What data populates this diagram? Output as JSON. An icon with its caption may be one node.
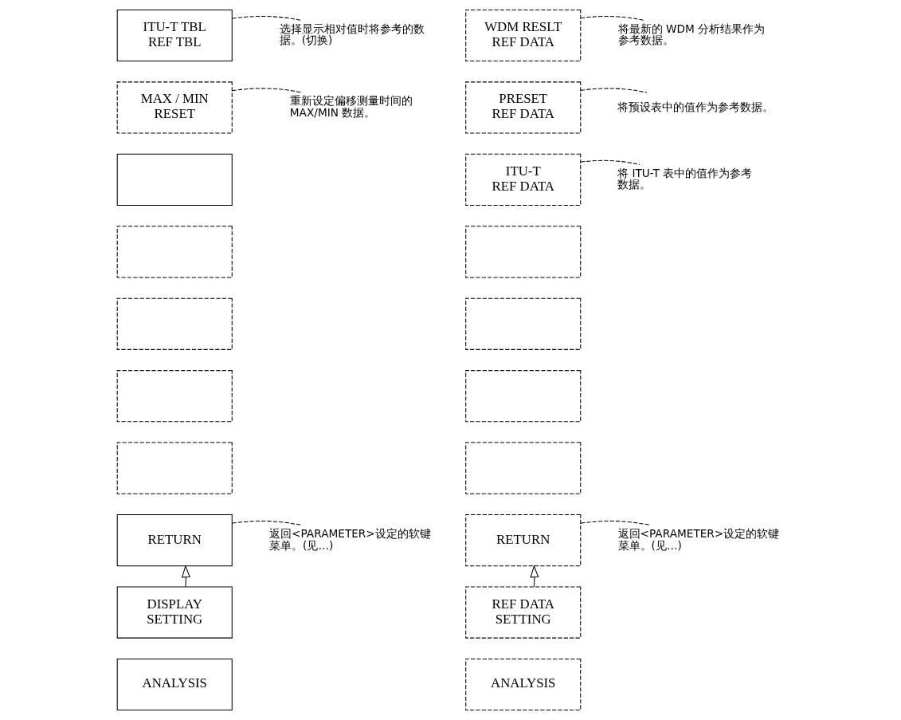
{
  "diagram": {
    "nodes": [
      {
        "text": [
          "ITU-T TBL REF TBL"
        ]
      },
      {
        "text": [
          "选择显示相对值时将参考的数据。(切换)"
        ]
      },
      {
        "text": [
          "MAX / MIN RESET"
        ]
      },
      {
        "text": [
          "重新设定偏移测量时间的MAX/MIN 数据。"
        ]
      },
      {
        "text": [],
        "shape": "box"
      },
      {
        "text": [],
        "shape": "box"
      },
      {
        "text": [],
        "shape": "box"
      },
      {
        "text": [],
        "shape": "box"
      },
      {
        "text": [],
        "shape": "box"
      },
      {
        "text": [
          "RETURN"
        ]
      },
      {
        "text": [
          "返回<PARAMETER>设定的软键菜单。(见…)"
        ]
      },
      {
        "text": [
          "DISPLAY SETTING"
        ]
      },
      {
        "text": [
          "ANALYSIS"
        ]
      },
      {
        "text": [
          "WDM RESLT REF DATA"
        ]
      },
      {
        "text": [
          "将最新的 WDM 分析结果作为参考数据。"
        ]
      },
      {
        "text": [
          "PRESET REF DATA"
        ]
      },
      {
        "text": [
          "将预设表中的值作为参考数据。"
        ]
      },
      {
        "text": [
          "ITU-T REF DATA"
        ]
      },
      {
        "text": [
          "将 ITU-T 表中的值作为参考数据。"
        ]
      },
      {
        "text": [],
        "shape": "box"
      },
      {
        "text": [],
        "shape": "box"
      },
      {
        "text": [],
        "shape": "box"
      },
      {
        "text": [],
        "shape": "box"
      },
      {
        "text": [
          "RETURN"
        ]
      },
      {
        "text": [
          "返回<PARAMETER>设定的软键菜单。(见…)"
        ]
      },
      {
        "text": [
          "REF DATA SETTING"
        ]
      },
      {
        "text": [
          "ANALYSIS"
        ]
      }
    ],
    "edges": [
      {
        "from": 0,
        "to": 1,
        "arrow": "none",
        "style": "dashed"
      },
      {
        "from": 2,
        "to": 3,
        "arrow": "none",
        "style": "dashed"
      },
      {
        "from": 9,
        "to": 10,
        "arrow": "none",
        "style": "dashed"
      },
      {
        "from": 11,
        "to": 9,
        "arrow": "to"
      },
      {
        "from": 13,
        "to": 14,
        "arrow": "none",
        "style": "dashed"
      },
      {
        "from": 15,
        "to": 16,
        "arrow": "none",
        "style": "dashed"
      },
      {
        "from": 17,
        "to": 18,
        "arrow": "none",
        "style": "dashed"
      },
      {
        "from": 23,
        "to": 24,
        "arrow": "none",
        "style": "dashed"
      },
      {
        "from": 25,
        "to": 23,
        "arrow": "to"
      }
    ]
  }
}
